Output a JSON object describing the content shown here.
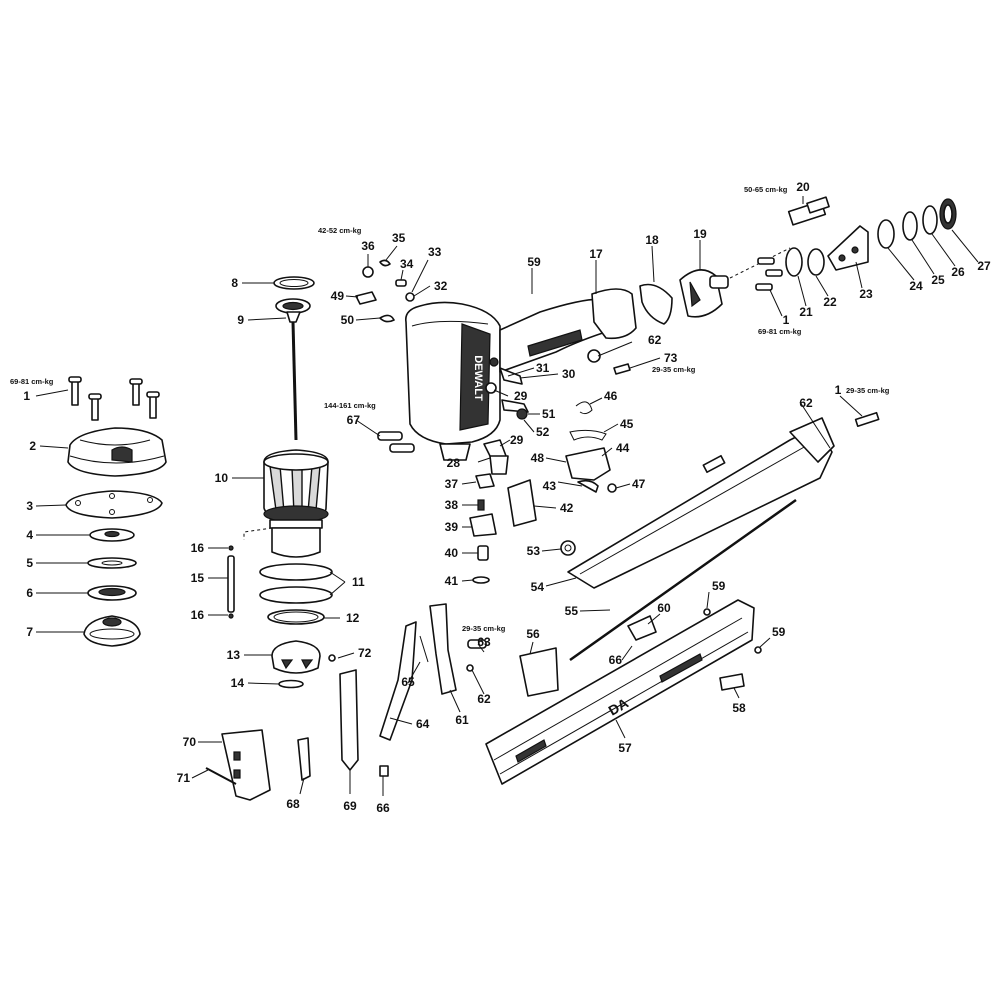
{
  "brand": "DEWALT",
  "magazine_mark": "DA",
  "labels": {
    "1a": "1",
    "1b": "1",
    "1c": "1",
    "2": "2",
    "3": "3",
    "4": "4",
    "5": "5",
    "6": "6",
    "7": "7",
    "8": "8",
    "9": "9",
    "10": "10",
    "11": "11",
    "12": "12",
    "13": "13",
    "14": "14",
    "15": "15",
    "16a": "16",
    "16b": "16",
    "17": "17",
    "18": "18",
    "19": "19",
    "20": "20",
    "21": "21",
    "22": "22",
    "23": "23",
    "24": "24",
    "25": "25",
    "26": "26",
    "27": "27",
    "28": "28",
    "29a": "29",
    "29b": "29",
    "30": "30",
    "31": "31",
    "32": "32",
    "33": "33",
    "34": "34",
    "35": "35",
    "36": "36",
    "37": "37",
    "38": "38",
    "39": "39",
    "40": "40",
    "41": "41",
    "42": "42",
    "43": "43",
    "44": "44",
    "45": "45",
    "46": "46",
    "47": "47",
    "48": "48",
    "49": "49",
    "50": "50",
    "51": "51",
    "52": "52",
    "53": "53",
    "54": "54",
    "55": "55",
    "56": "56",
    "57": "57",
    "58": "58",
    "59a": "59",
    "59b": "59",
    "59c": "59",
    "60": "60",
    "61": "61",
    "62a": "62",
    "62b": "62",
    "62c": "62",
    "63": "63",
    "64": "64",
    "65": "65",
    "66a": "66",
    "66b": "66",
    "67": "67",
    "68": "68",
    "69": "69",
    "70": "70",
    "71": "71",
    "72": "72",
    "73": "73"
  },
  "torques": {
    "t1": "69-81 cm-kg",
    "t2": "42-52 cm-kg",
    "t3": "50-65 cm-kg",
    "t4": "69-81 cm-kg",
    "t5": "29-35 cm-kg",
    "t6": "144-161 cm-kg",
    "t7": "29-35 cm-kg",
    "t8": "29-35 cm-kg"
  }
}
